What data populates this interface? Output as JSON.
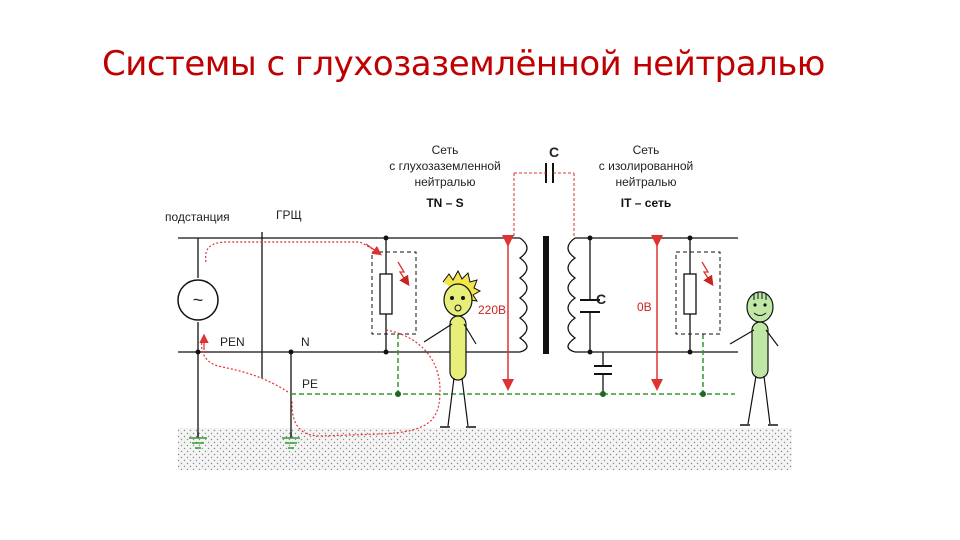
{
  "title": "Системы с глухозаземлённой нейтралью",
  "labels": {
    "substation": "подстанция",
    "grsch": "ГРЩ",
    "pen": "PEN",
    "n": "N",
    "pe": "PE",
    "source_symbol": "~",
    "cap_top": "C",
    "cap_right": "C",
    "voltage_left": "220В",
    "voltage_right": "0В",
    "net_left": [
      "Сеть",
      "с глухозаземленной",
      "нейтралью",
      "TN – S"
    ],
    "net_right": [
      "Сеть",
      "с изолированной",
      "нейтралью",
      "IT – сеть"
    ]
  },
  "colors": {
    "wire": "#111111",
    "fault_path": "#dd3333",
    "pe_line": "#339933",
    "person_left": "#e8ee7a",
    "person_right": "#bfe8a6"
  },
  "icons": [
    "ac-source-icon",
    "ground-icon",
    "resistor-icon",
    "transformer-icon",
    "capacitor-icon",
    "person-icon"
  ]
}
